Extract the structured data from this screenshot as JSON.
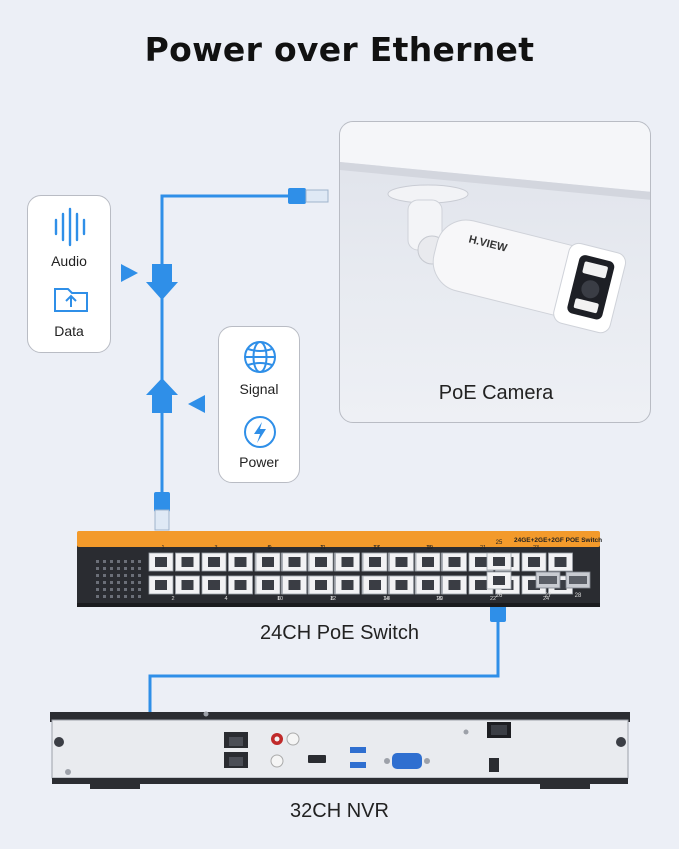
{
  "title": "Power over Ethernet",
  "camera": {
    "label": "PoE Camera",
    "brand": "H.VIEW"
  },
  "audio_data_card": {
    "audio_label": "Audio",
    "data_label": "Data"
  },
  "signal_power_card": {
    "signal_label": "Signal",
    "power_label": "Power"
  },
  "switch": {
    "label": "24CH PoE Switch",
    "model_text": "24GE+2GE+2GF POE Switch",
    "top_ports": [
      "1",
      "3",
      "5",
      "7",
      "9",
      "11",
      "13",
      "15",
      "17",
      "19",
      "21",
      "23"
    ],
    "bottom_ports": [
      "2",
      "4",
      "6",
      "8",
      "10",
      "12",
      "14",
      "16",
      "18",
      "20",
      "22",
      "24"
    ],
    "uplink_top": "25",
    "uplink_bottom": "26",
    "sfp_ports": [
      "27",
      "28"
    ]
  },
  "nvr": {
    "label": "32CH NVR"
  },
  "colors": {
    "cable": "#2f8fe8",
    "arrow": "#2f8fe8",
    "switch_accent": "#f39a2b",
    "background": "#eceff6"
  }
}
